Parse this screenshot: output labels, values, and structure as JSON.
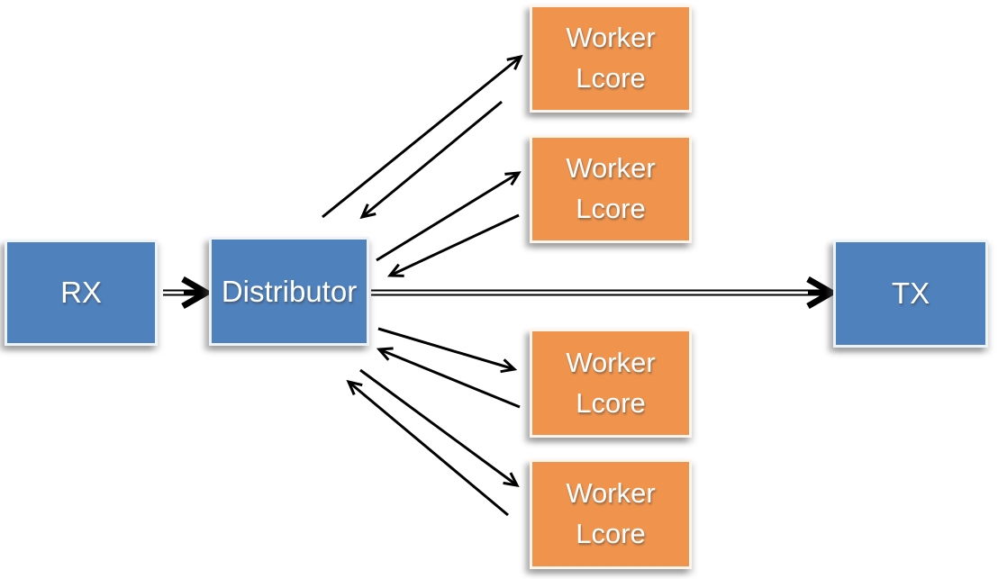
{
  "diagram": {
    "description": "Packet distributor pipeline diagram: RX passes packets to a Distributor, which exchanges packets with four Worker Lcores and forwards output to TX.",
    "colors": {
      "background": "#FFFFFF",
      "node_blue": "#4F81BD",
      "node_orange": "#F0944D",
      "node_text": "#FFFFFF",
      "arrow": "#000000"
    },
    "nodes": {
      "rx": {
        "label": "RX"
      },
      "distributor": {
        "label": "Distributor"
      },
      "tx": {
        "label": "TX"
      },
      "worker1": {
        "label": "Worker\nLcore"
      },
      "worker2": {
        "label": "Worker\nLcore"
      },
      "worker3": {
        "label": "Worker\nLcore"
      },
      "worker4": {
        "label": "Worker\nLcore"
      }
    },
    "connections": [
      {
        "from": "rx",
        "to": "distributor",
        "style": "double-line-arrow"
      },
      {
        "from": "distributor",
        "to": "tx",
        "style": "double-line-arrow"
      },
      {
        "from": "distributor",
        "to": "worker1",
        "style": "single-arrow"
      },
      {
        "from": "worker1",
        "to": "distributor",
        "style": "single-arrow"
      },
      {
        "from": "distributor",
        "to": "worker2",
        "style": "single-arrow"
      },
      {
        "from": "worker2",
        "to": "distributor",
        "style": "single-arrow"
      },
      {
        "from": "distributor",
        "to": "worker3",
        "style": "single-arrow"
      },
      {
        "from": "worker3",
        "to": "distributor",
        "style": "single-arrow"
      },
      {
        "from": "distributor",
        "to": "worker4",
        "style": "single-arrow"
      },
      {
        "from": "worker4",
        "to": "distributor",
        "style": "single-arrow"
      }
    ]
  }
}
